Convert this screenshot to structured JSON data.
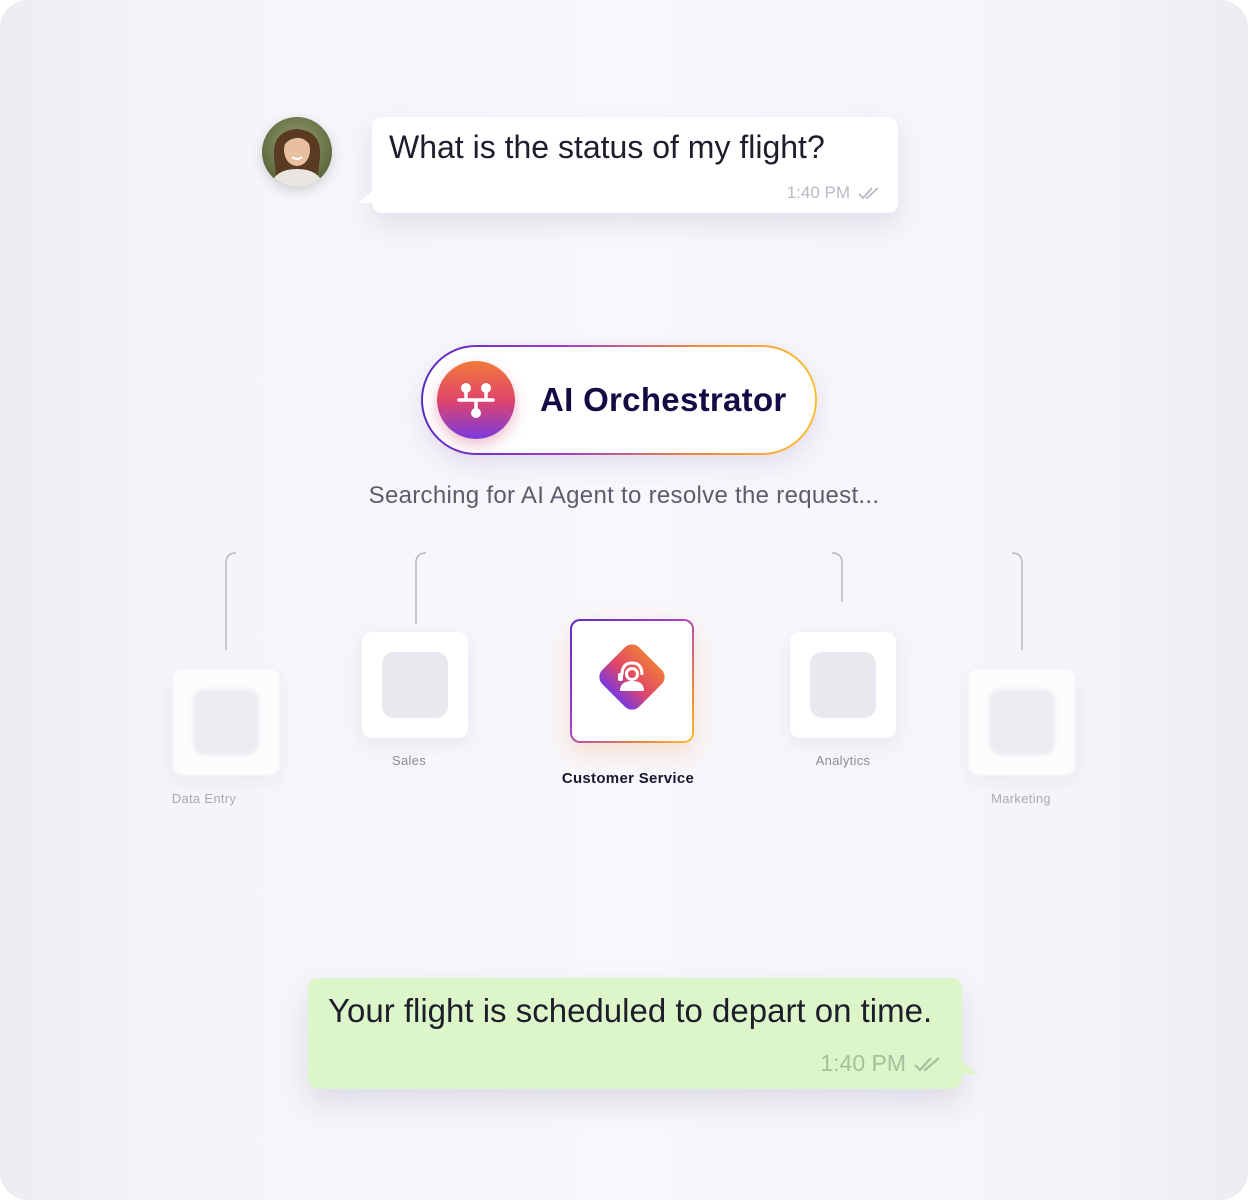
{
  "user_message": {
    "text": "What is the status of my flight?",
    "time": "1:40 PM"
  },
  "orchestrator": {
    "title": "AI Orchestrator",
    "icon": "network-hub-icon"
  },
  "status_text": "Searching for AI Agent to resolve the request...",
  "agents": [
    {
      "label": "Data Entry",
      "selected": false
    },
    {
      "label": "Sales",
      "selected": false
    },
    {
      "label": "Customer Service",
      "selected": true,
      "icon": "headset-agent-icon"
    },
    {
      "label": "Analytics",
      "selected": false
    },
    {
      "label": "Marketing",
      "selected": false
    }
  ],
  "bot_message": {
    "text": "Your flight is scheduled to depart on time.",
    "time": "1:40 PM"
  },
  "colors": {
    "gradient_start": "#5b2bc4",
    "gradient_mid": "#e0456a",
    "gradient_end": "#fbbf3a",
    "bot_bubble": "#dcf5c9",
    "connector_gray": "#b9b8c6"
  }
}
